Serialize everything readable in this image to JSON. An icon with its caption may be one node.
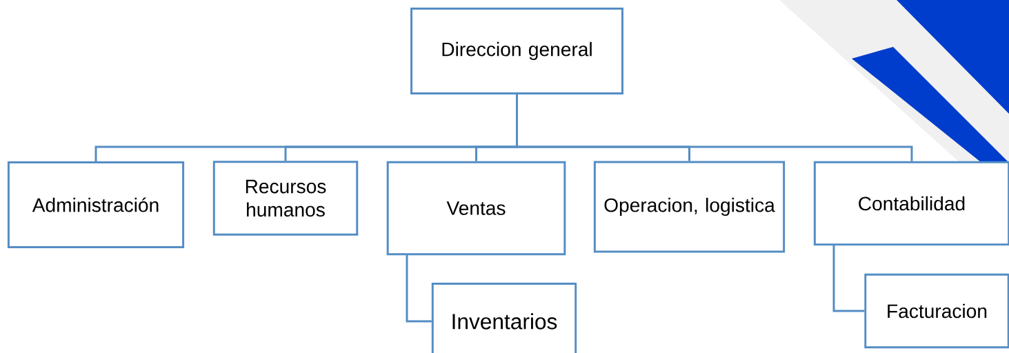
{
  "diagram": {
    "nodes": [
      {
        "text": [
          "Direccion general"
        ]
      },
      {
        "text": [
          "Administración"
        ]
      },
      {
        "text": [
          "Recursos humanos"
        ]
      },
      {
        "text": [
          "Ventas"
        ]
      },
      {
        "text": [
          "Operacion, logistica"
        ]
      },
      {
        "text": [
          "Contabilidad"
        ]
      },
      {
        "text": [
          "Inventarios"
        ]
      },
      {
        "text": [
          "Facturacion"
        ]
      }
    ],
    "edges": [
      {
        "from": 0,
        "to": 1,
        "arrow": "none"
      },
      {
        "from": 0,
        "to": 2,
        "arrow": "none"
      },
      {
        "from": 0,
        "to": 3,
        "arrow": "none"
      },
      {
        "from": 0,
        "to": 4,
        "arrow": "none"
      },
      {
        "from": 0,
        "to": 5,
        "arrow": "none"
      },
      {
        "from": 3,
        "to": 6,
        "arrow": "none"
      },
      {
        "from": 5,
        "to": 7,
        "arrow": "none"
      }
    ]
  }
}
